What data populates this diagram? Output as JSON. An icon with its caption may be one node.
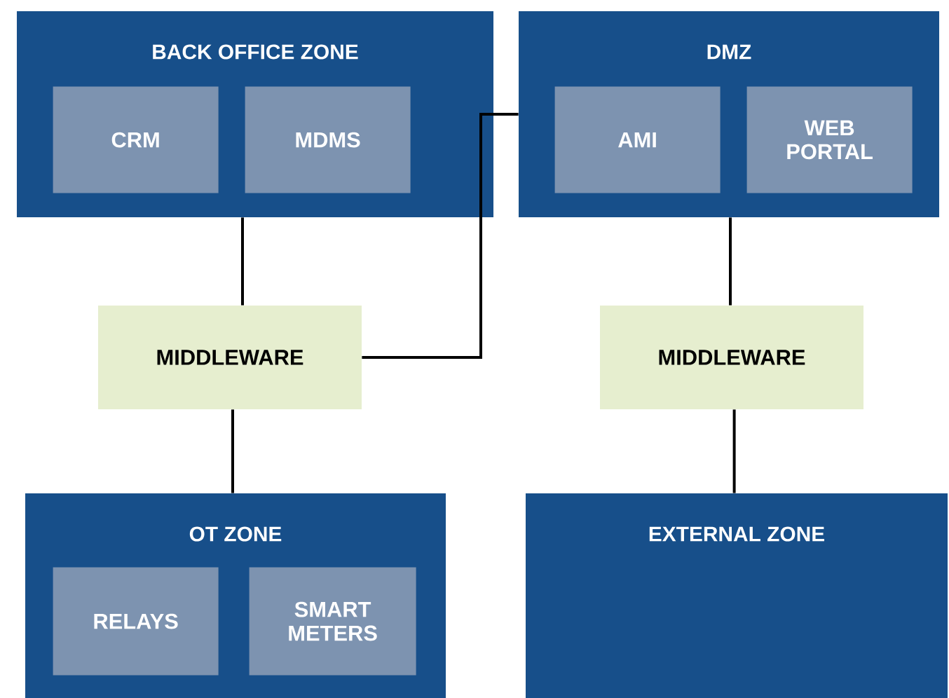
{
  "diagram": {
    "nodes": [
      {
        "text": [
          "BACK OFFICE ZONE"
        ]
      },
      {
        "text": [
          "CRM"
        ],
        "in": 0
      },
      {
        "text": [
          "MDMS"
        ],
        "in": 0
      },
      {
        "text": [
          "DMZ"
        ]
      },
      {
        "text": [
          "AMI"
        ],
        "in": 3
      },
      {
        "text": [
          "WEB PORTAL"
        ],
        "in": 3
      },
      {
        "text": [
          "MIDDLEWARE"
        ]
      },
      {
        "text": [
          "MIDDLEWARE"
        ]
      },
      {
        "text": [
          "OT ZONE"
        ]
      },
      {
        "text": [
          "RELAYS"
        ],
        "in": 8
      },
      {
        "text": [
          "SMART METERS"
        ],
        "in": 8
      },
      {
        "text": [
          "EXTERNAL ZONE"
        ]
      }
    ],
    "edges": [
      {
        "from": 0,
        "to": 6,
        "arrow": "none"
      },
      {
        "from": 6,
        "to": 3,
        "arrow": "none"
      },
      {
        "from": 6,
        "to": 8,
        "arrow": "none"
      },
      {
        "from": 3,
        "to": 7,
        "arrow": "none"
      },
      {
        "from": 7,
        "to": 11,
        "arrow": "none"
      }
    ]
  }
}
